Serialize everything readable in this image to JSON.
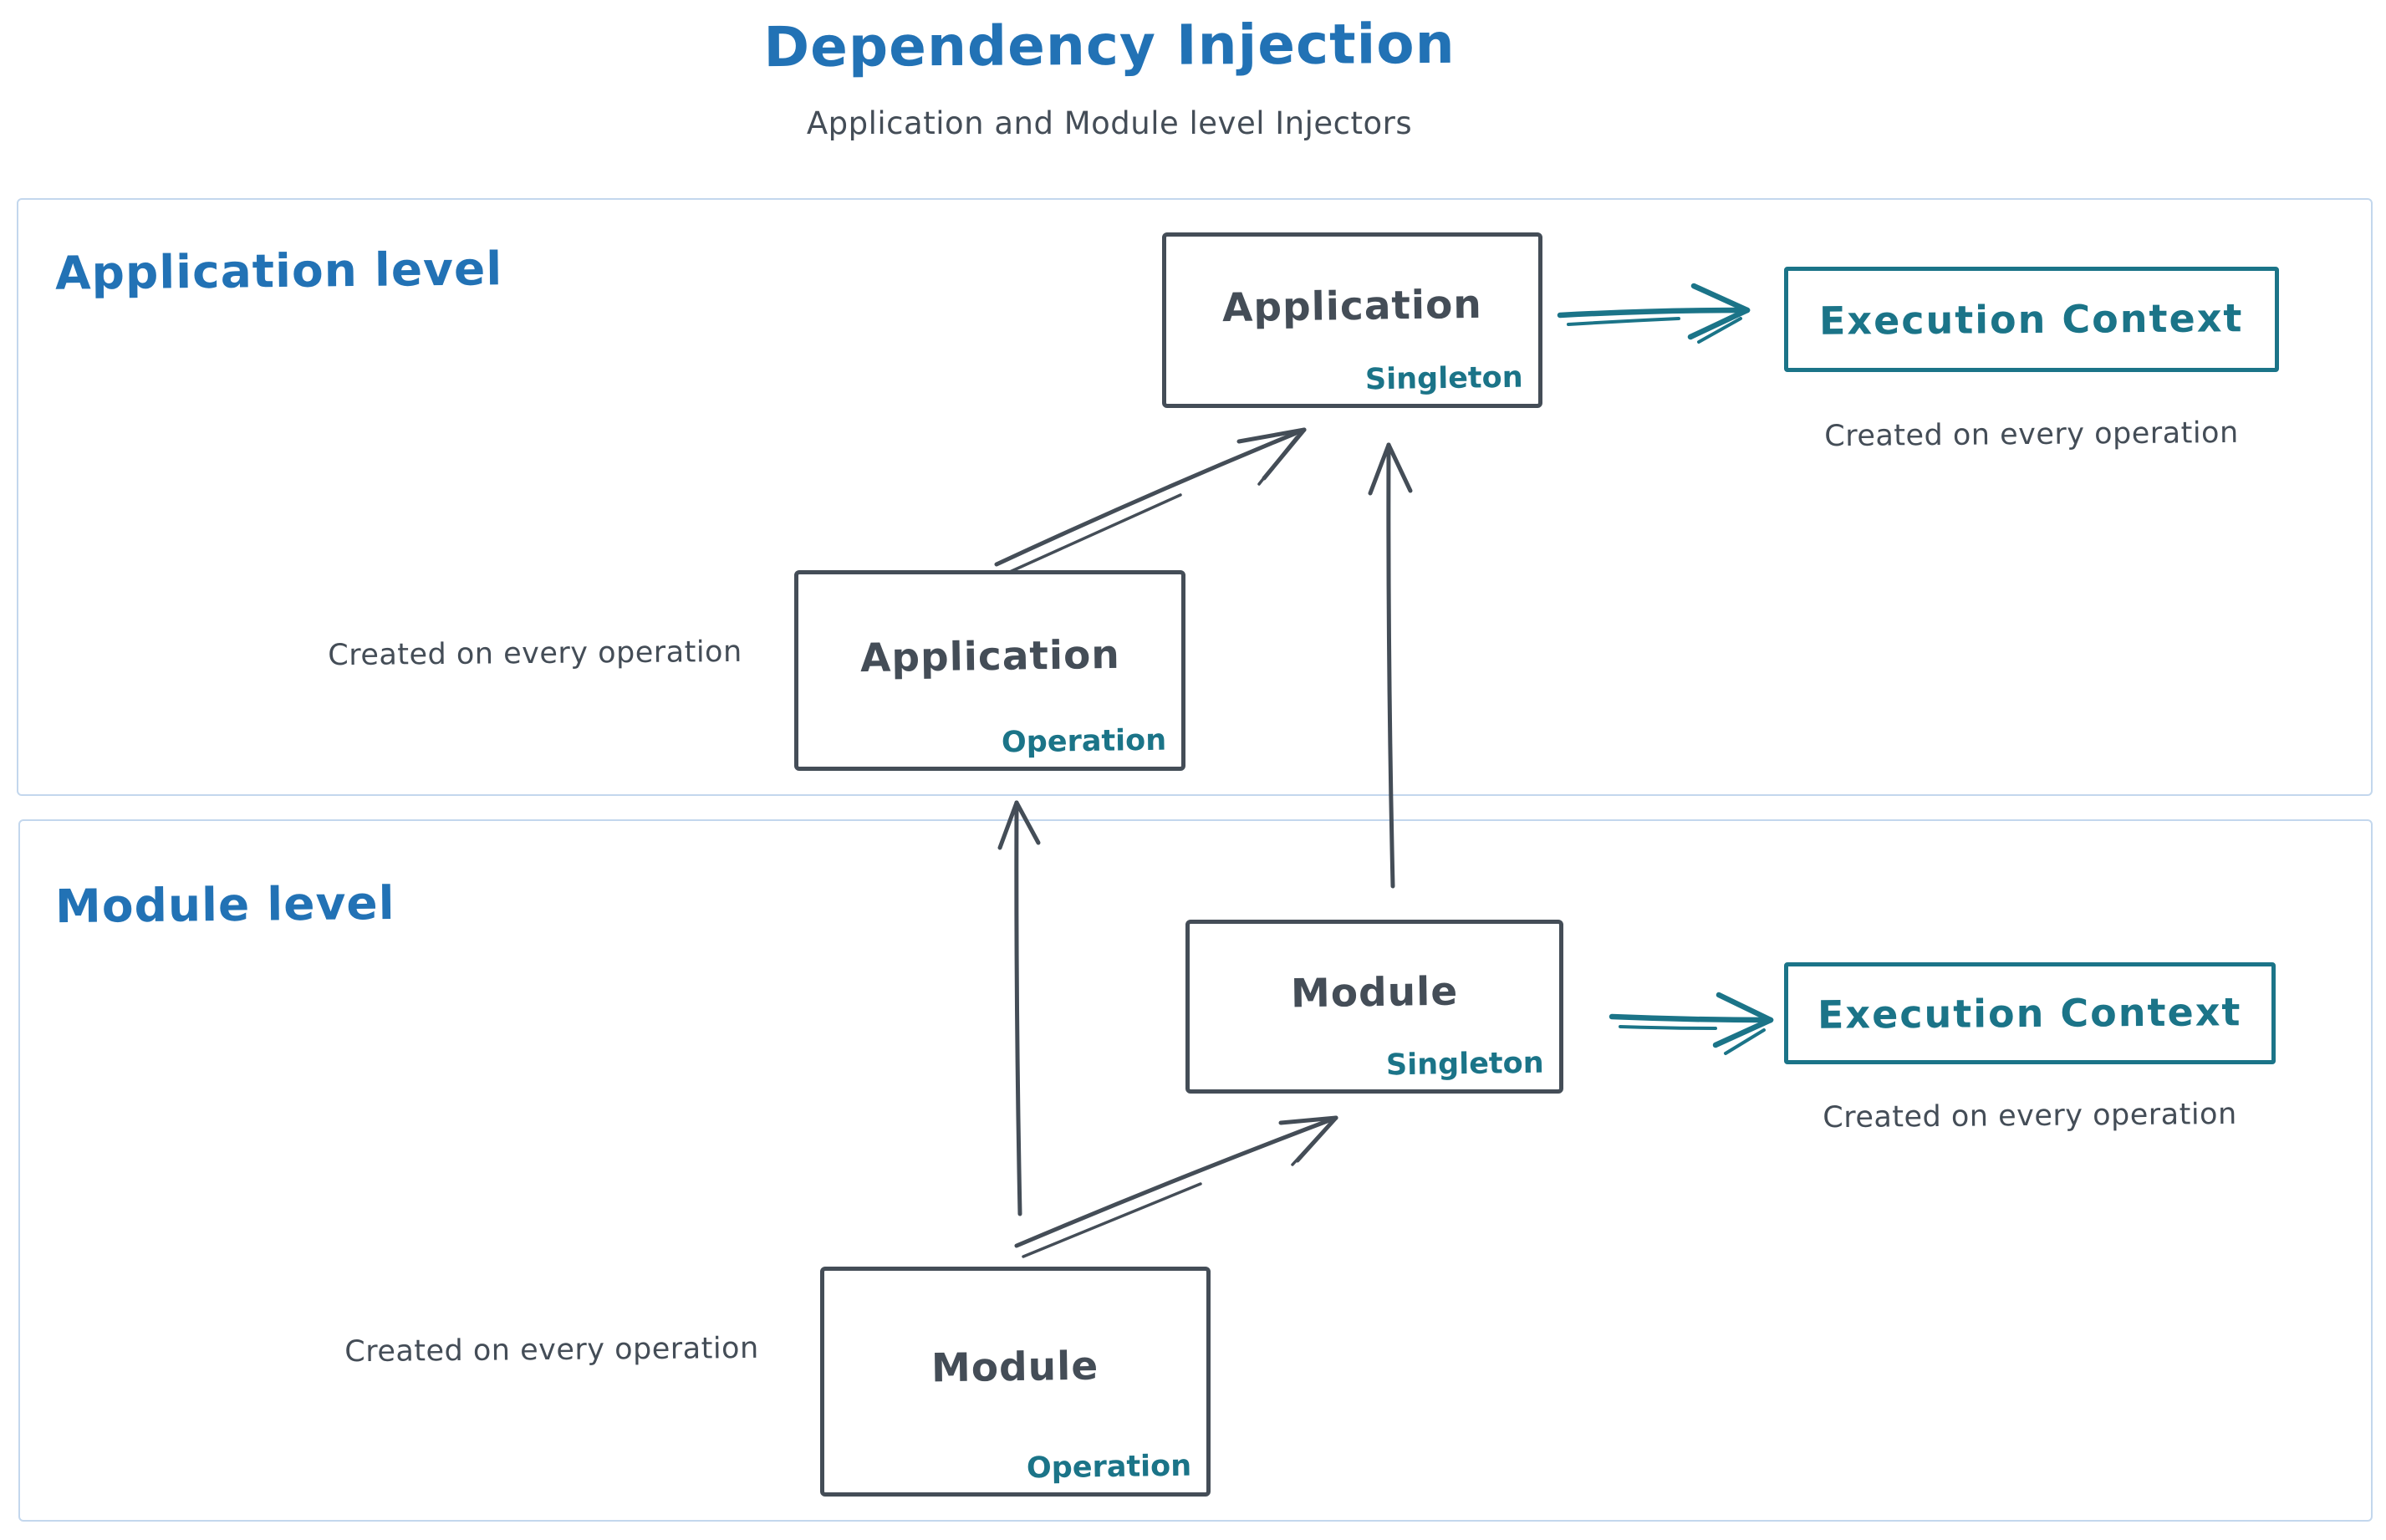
{
  "title": "Dependency Injection",
  "subtitle": "Application and Module level Injectors",
  "colors": {
    "blue": "#2272b5",
    "slate": "#444d57",
    "teal": "#1b7488",
    "section_border": "#c3d7ed"
  },
  "sections": {
    "application": {
      "label": "Application level",
      "nodes": {
        "singleton": {
          "name": "Application",
          "scope": "Singleton"
        },
        "operation": {
          "name": "Application",
          "scope": "Operation"
        }
      },
      "execution_context": {
        "label": "Execution Context",
        "caption": "Created on every operation"
      },
      "operation_caption": "Created on every operation"
    },
    "module": {
      "label": "Module level",
      "nodes": {
        "singleton": {
          "name": "Module",
          "scope": "Singleton"
        },
        "operation": {
          "name": "Module",
          "scope": "Operation"
        }
      },
      "execution_context": {
        "label": "Execution Context",
        "caption": "Created on every operation"
      },
      "operation_caption": "Created on every operation"
    }
  }
}
